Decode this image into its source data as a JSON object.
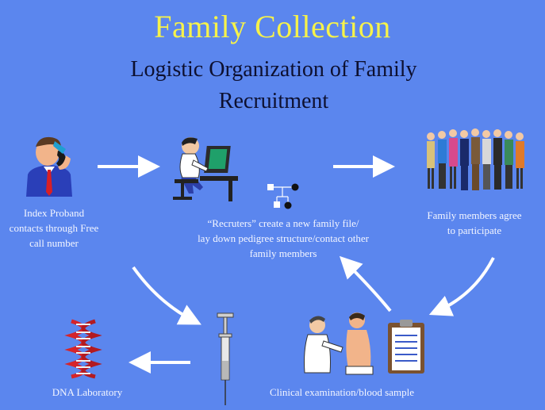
{
  "title": "Family Collection",
  "subtitle": {
    "line1": "Logistic Organization of Family",
    "line2": "Recruitment"
  },
  "nodes": {
    "proband": {
      "icon": "person-on-phone-icon",
      "label_lines": [
        "Index Proband",
        "contacts through Free",
        "call number"
      ]
    },
    "recruiters": {
      "icon": "person-at-computer-icon",
      "label_lines": [
        "“Recruters” create a new family file/",
        "lay down pedigree structure/contact other",
        "family members"
      ]
    },
    "pedigree": {
      "icon": "pedigree-icon"
    },
    "family": {
      "icon": "group-of-people-icon",
      "label_lines": [
        "Family members agree",
        "to participate"
      ]
    },
    "clinical": {
      "icons": [
        "doctor-examining-patient-icon",
        "clipboard-icon"
      ],
      "label": "Clinical examination/blood sample"
    },
    "syringe": {
      "icon": "syringe-icon"
    },
    "dna": {
      "icon": "dna-helix-icon",
      "label": "DNA Laboratory"
    }
  },
  "colors": {
    "background": "#5b86ee",
    "title": "#f6f24a",
    "subtitle": "#0d1030",
    "label": "#f4f6ff",
    "arrow": "#ffffff"
  }
}
